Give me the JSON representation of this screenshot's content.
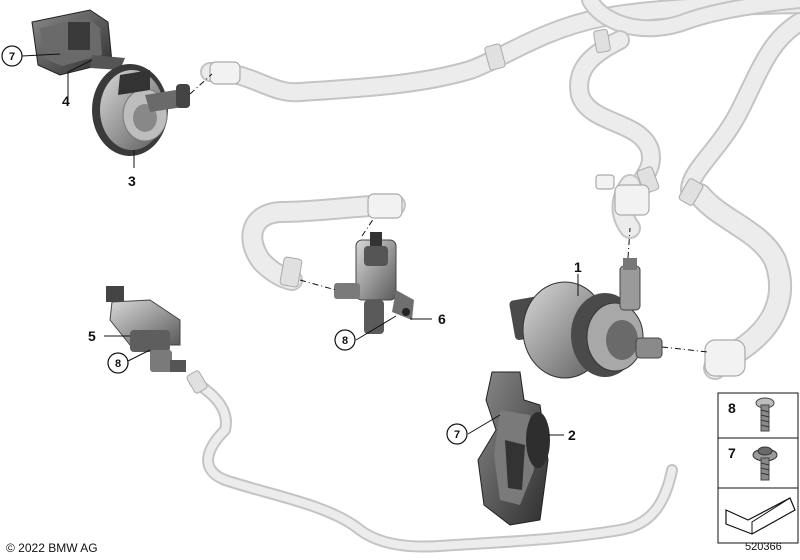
{
  "diagram": {
    "callouts": {
      "c1": "1",
      "c2": "2",
      "c3": "3",
      "c4": "4",
      "c5": "5",
      "c6": "6"
    },
    "circled": {
      "ref7_top": "7",
      "ref7_bracket": "7",
      "ref8_valve": "8",
      "ref8_pump": "8"
    },
    "legend": {
      "item8": "8",
      "item7": "7"
    }
  },
  "footer": {
    "copyright": "© 2022 BMW AG",
    "diagram_id": "520366"
  },
  "colors": {
    "hose": "#e6e6e6",
    "hose_outline": "#c4c4c4",
    "part_dark": "#4a4a4a",
    "part_mid": "#8a8a8a",
    "part_light": "#c9c9c9",
    "line": "#111111"
  }
}
